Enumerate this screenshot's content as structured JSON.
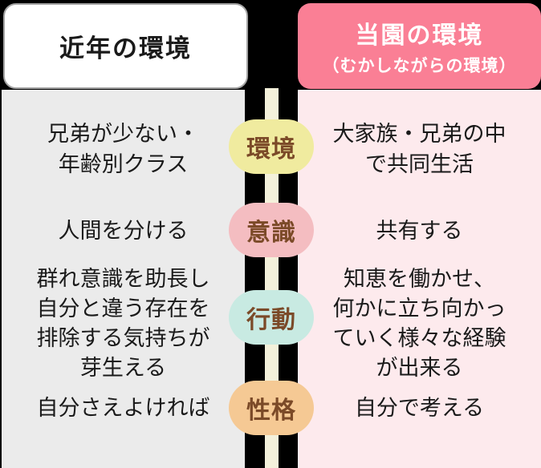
{
  "left_header": {
    "title": "近年の環境"
  },
  "right_header": {
    "title": "当園の環境",
    "subtitle": "（むかしながらの環境）"
  },
  "rows": [
    {
      "label": "環境",
      "left_lines": [
        "兄弟が少ない・",
        "年齢別クラス"
      ],
      "right_lines": [
        "大家族・兄弟の中",
        "で共同生活"
      ]
    },
    {
      "label": "意識",
      "left_lines": [
        "人間を分ける"
      ],
      "right_lines": [
        "共有する"
      ]
    },
    {
      "label": "行動",
      "left_lines": [
        "群れ意識を助長し",
        "自分と違う存在を",
        "排除する気持ちが",
        "芽生える"
      ],
      "right_lines": [
        "知恵を働かせ、",
        "何かに立ち向かっ",
        "ていく様々な経験",
        "が出来る"
      ]
    },
    {
      "label": "性格",
      "left_lines": [
        "自分さえよければ"
      ],
      "right_lines": [
        "自分で考える"
      ]
    }
  ],
  "colors": {
    "background": "#000000",
    "left_panel": "#ebebeb",
    "right_panel": "#fdeaed",
    "right_header_bg": "#fa7f95",
    "stick": "#f4f1db",
    "oval_kankyo": "#f0eb9f",
    "oval_ishiki": "#f4bdc1",
    "oval_kodo": "#c8eae2",
    "oval_seikaku": "#f5c994",
    "oval_text": "#7b4a28"
  }
}
